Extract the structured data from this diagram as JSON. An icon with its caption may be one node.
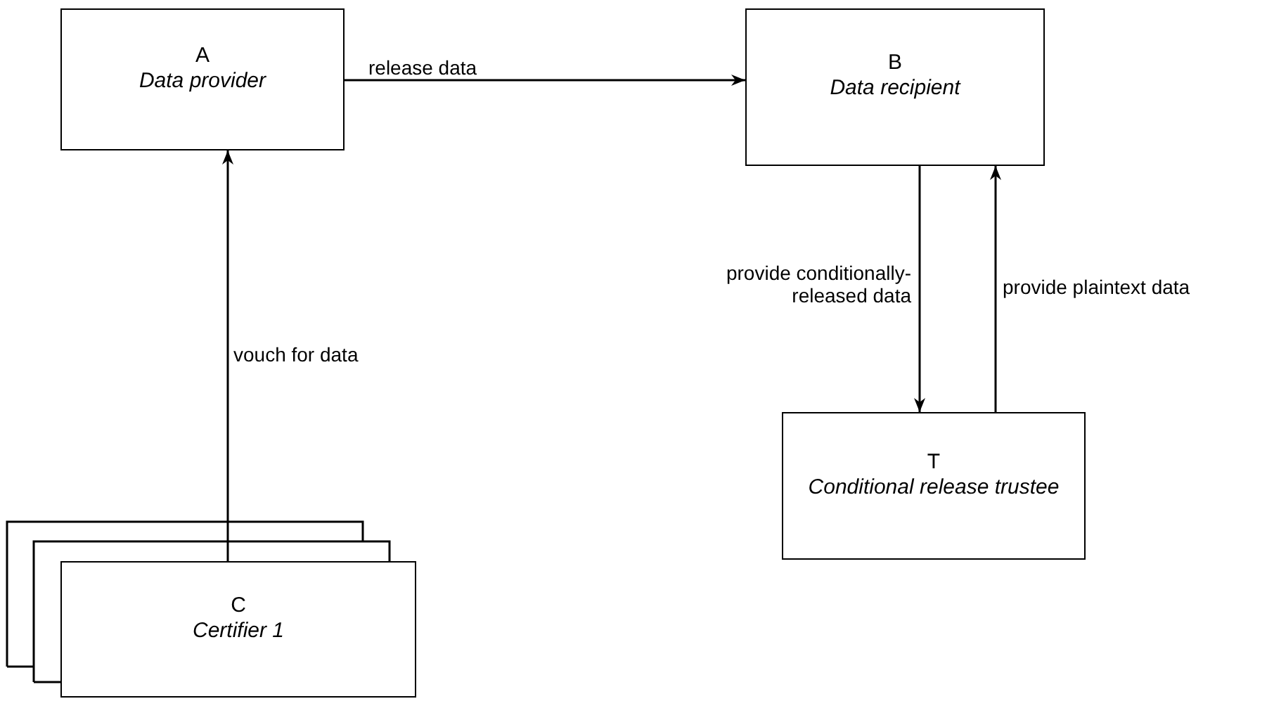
{
  "diagram": {
    "nodes": [
      {
        "text": [
          "A",
          "Data provider"
        ]
      },
      {
        "text": [
          "B",
          "Data recipient"
        ]
      },
      {
        "text": [
          "T",
          "Conditional release trustee"
        ]
      },
      {
        "text": [
          "C",
          "Certifier 1"
        ]
      }
    ],
    "edges": [
      {
        "from": 0,
        "to": 1,
        "arrow": "to",
        "label": "release data"
      },
      {
        "from": 3,
        "to": 0,
        "arrow": "to",
        "label": "vouch for data"
      },
      {
        "from": 1,
        "to": 2,
        "arrow": "to",
        "label": "provide conditionally-released data"
      },
      {
        "from": 2,
        "to": 1,
        "arrow": "to",
        "label": "provide plaintext data"
      }
    ]
  }
}
